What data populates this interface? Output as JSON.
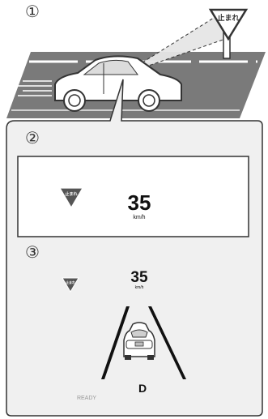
{
  "steps": {
    "one": "①",
    "two": "②",
    "three": "③"
  },
  "sign": {
    "text": "止まれ"
  },
  "top_display": {
    "speed": "35",
    "unit": "km/h"
  },
  "meter_display": {
    "speed": "35",
    "unit": "km/h",
    "status": "READY",
    "gear": "D"
  },
  "colors": {
    "panel_bg": "#f0f0f0",
    "road": "#777777",
    "sign_fill": "#555555"
  }
}
